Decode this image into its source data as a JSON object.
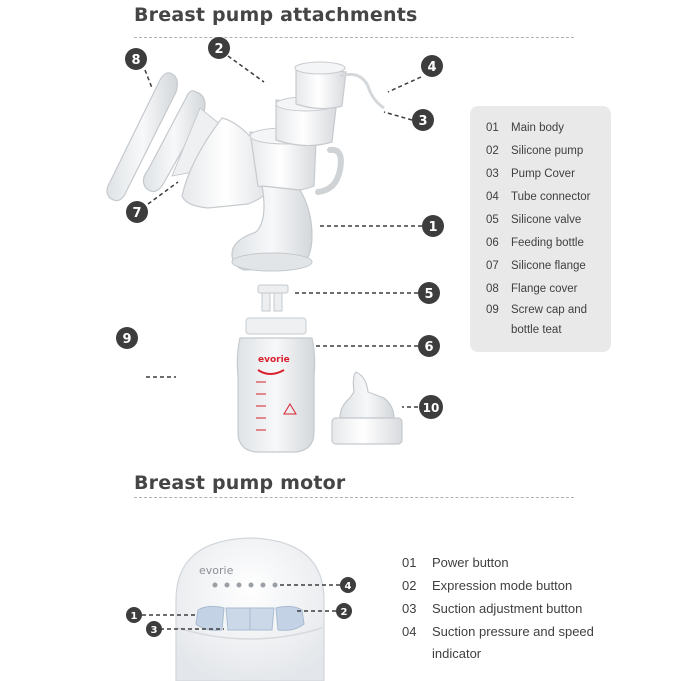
{
  "attachments": {
    "title": "Breast pump attachments",
    "legend": [
      {
        "num": "01",
        "label": "Main body"
      },
      {
        "num": "02",
        "label": "Silicone pump"
      },
      {
        "num": "03",
        "label": "Pump Cover"
      },
      {
        "num": "04",
        "label": "Tube connector"
      },
      {
        "num": "05",
        "label": "Silicone valve"
      },
      {
        "num": "06",
        "label": "Feeding bottle"
      },
      {
        "num": "07",
        "label": "Silicone flange"
      },
      {
        "num": "08",
        "label": "Flange cover"
      },
      {
        "num": "09",
        "label": "Screw cap and bottle teat"
      }
    ],
    "callouts": [
      "1",
      "2",
      "3",
      "4",
      "5",
      "6",
      "7",
      "8",
      "9",
      "10"
    ],
    "brand_label": "evorie"
  },
  "motor": {
    "title": "Breast pump motor",
    "brand_label": "evorie",
    "legend": [
      {
        "num": "01",
        "label": "Power button"
      },
      {
        "num": "02",
        "label": "Expression mode button"
      },
      {
        "num": "03",
        "label": "Suction adjustment button"
      },
      {
        "num": "04",
        "label": "Suction pressure and speed indicator"
      }
    ],
    "callouts": [
      "1",
      "2",
      "3",
      "4"
    ]
  },
  "colors": {
    "callout_fill": "#3d3d3d",
    "legend_background": "#e9e9e9",
    "bottle_print": "#d9202e"
  }
}
